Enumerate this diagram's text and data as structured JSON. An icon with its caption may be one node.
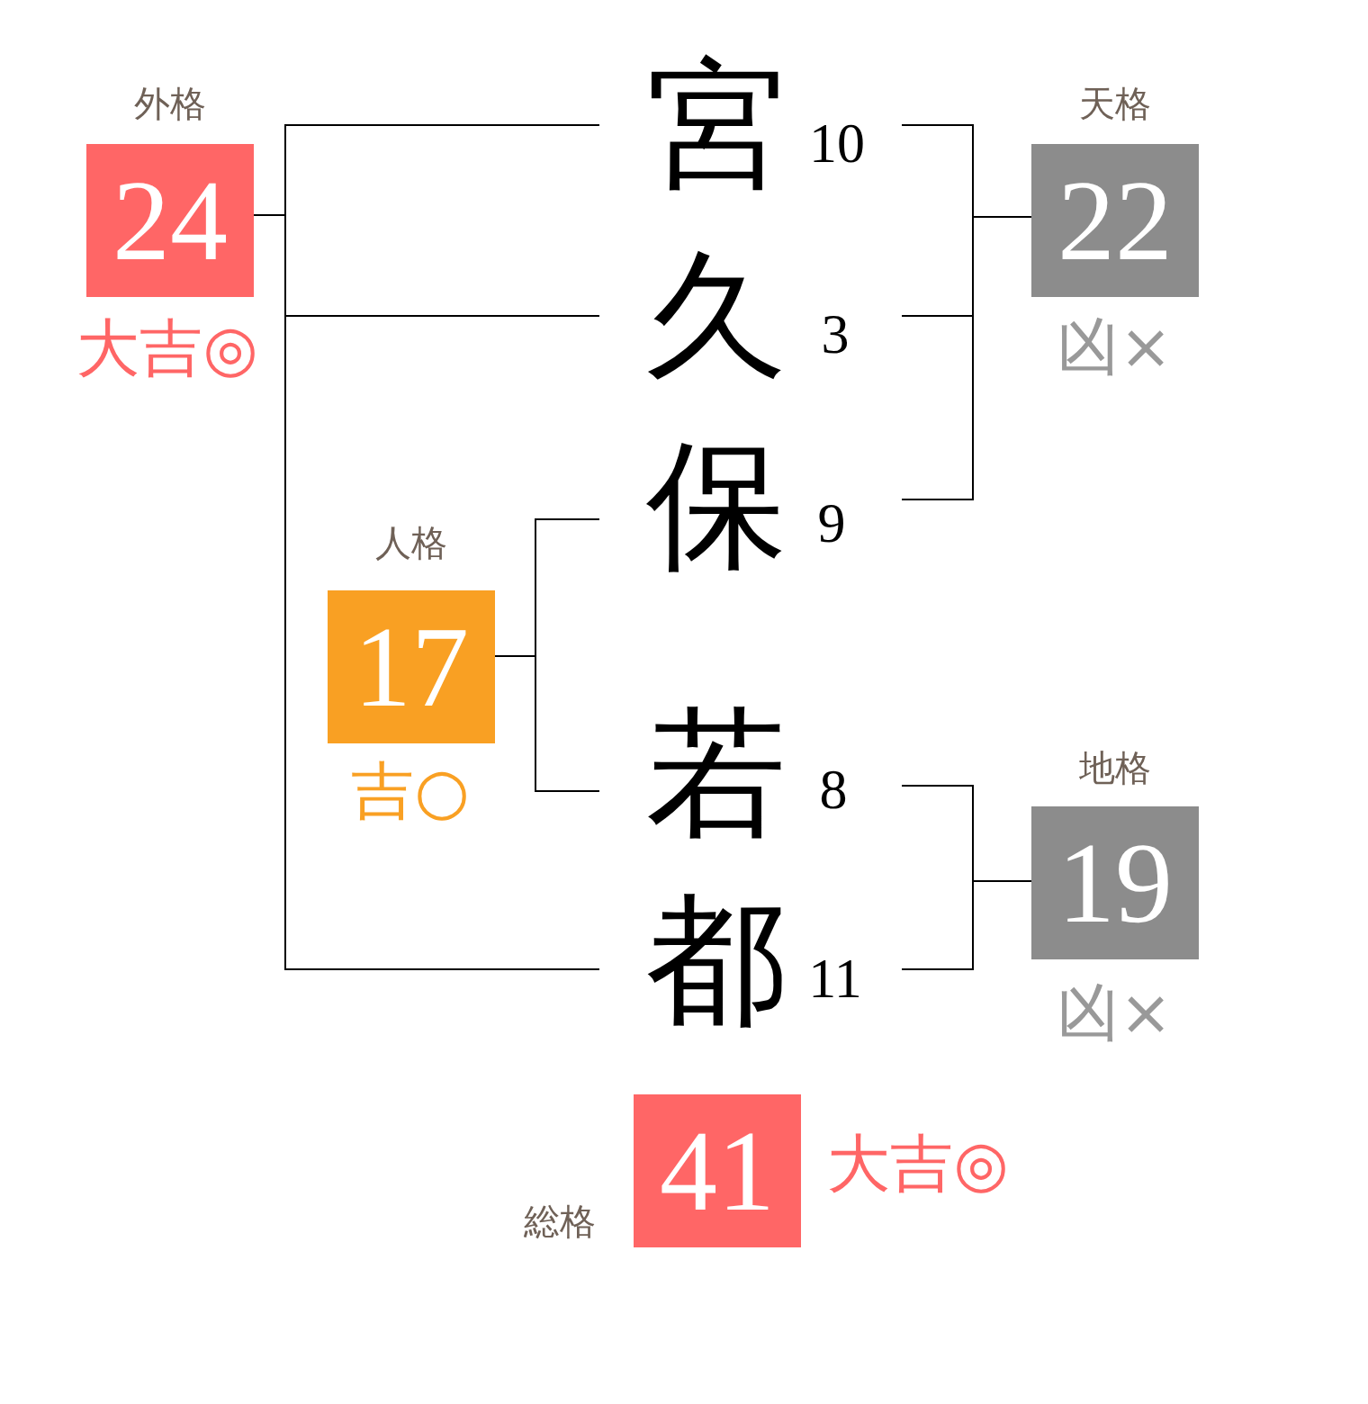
{
  "diagram": {
    "nodes": [
      {
        "text": [
          "外格",
          "24"
        ],
        "beside": [
          "大吉◎"
        ]
      },
      {
        "text": [
          "宮"
        ],
        "beside": [
          "10"
        ]
      },
      {
        "text": [
          "天格",
          "22"
        ],
        "beside": [
          "凶×"
        ]
      },
      {
        "text": [
          "久"
        ],
        "beside": [
          "3"
        ]
      },
      {
        "text": [
          "保"
        ],
        "beside": [
          "9"
        ]
      },
      {
        "text": [
          "人格",
          "17"
        ],
        "beside": [
          "吉○"
        ]
      },
      {
        "text": [
          "若"
        ],
        "beside": [
          "8"
        ]
      },
      {
        "text": [
          "地格",
          "19"
        ],
        "beside": [
          "凶×"
        ]
      },
      {
        "text": [
          "都"
        ],
        "beside": [
          "11"
        ]
      },
      {
        "text": [
          "総格",
          "41"
        ],
        "beside": [
          "大吉◎"
        ]
      }
    ],
    "edges": [
      {
        "from": 0,
        "to": 1,
        "arrow": "none"
      },
      {
        "from": 0,
        "to": 3,
        "arrow": "none"
      },
      {
        "from": 0,
        "to": 8,
        "arrow": "none"
      },
      {
        "from": 2,
        "to": 1,
        "arrow": "none"
      },
      {
        "from": 2,
        "to": 3,
        "arrow": "none"
      },
      {
        "from": 2,
        "to": 4,
        "arrow": "none"
      },
      {
        "from": 5,
        "to": 4,
        "arrow": "none"
      },
      {
        "from": 5,
        "to": 6,
        "arrow": "none"
      },
      {
        "from": 7,
        "to": 6,
        "arrow": "none"
      },
      {
        "from": 7,
        "to": 8,
        "arrow": "none"
      }
    ]
  }
}
